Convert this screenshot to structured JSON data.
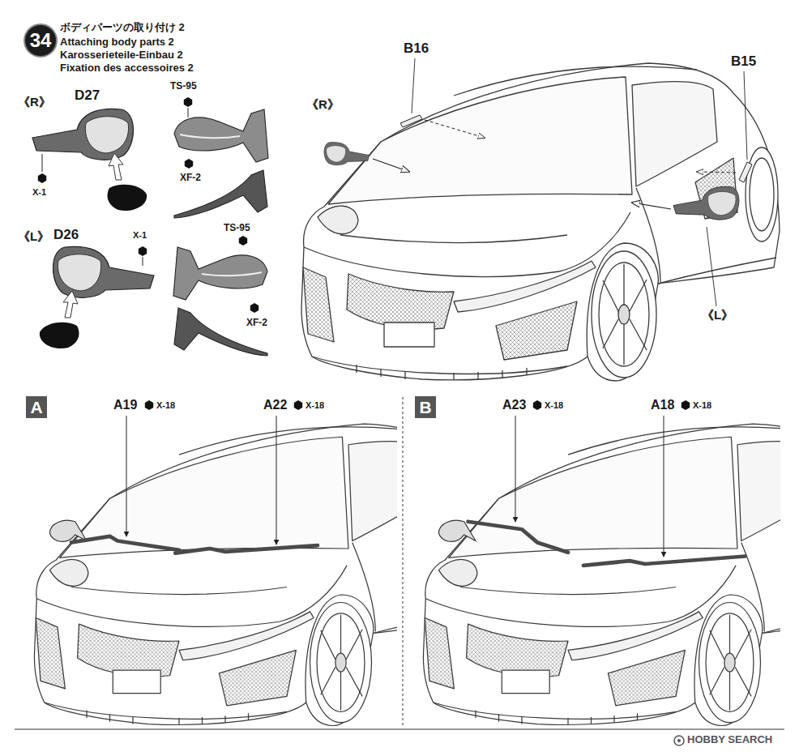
{
  "diagram": {
    "title": "ボディパーツの取り付け 2",
    "nodes": [
      {
        "text": [
          "34"
        ]
      },
      {
        "text": [
          "A"
        ]
      },
      {
        "text": [
          "B"
        ]
      }
    ],
    "labels": [
      "Attaching body parts 2",
      "Karosserieteile-Einbau 2",
      "Fixation des accessoires 2",
      "《R》",
      "D27",
      "TS-95",
      "X-1",
      "XF-2",
      "《L》",
      "D26",
      "X-1",
      "TS-95",
      "XF-2",
      "B16",
      "《R》",
      "B15",
      "《L》",
      "A19",
      "X-18",
      "A22",
      "X-18",
      "A23",
      "X-18",
      "A18",
      "X-18",
      "HOBBY SEARCH"
    ]
  }
}
